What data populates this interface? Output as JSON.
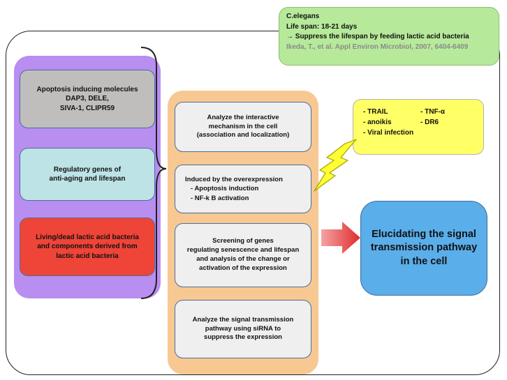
{
  "green_note": {
    "line1": "C.elegans",
    "line2": "Life span: 18-21 days",
    "line3": "→ Suppress the lifespan by feeding lactic acid bacteria",
    "reference": "Ikeda, T., et al. Appl Environ Microbiol, 2007, 6404-6409"
  },
  "left_boxes": [
    {
      "text": "Apoptosis inducing molecules\nDAP3, DELE,\nSIVA-1, CLIPR59"
    },
    {
      "text": "Regulatory genes of\nanti-aging and lifespan"
    },
    {
      "text": "Living/dead lactic acid bacteria\nand components derived from\nlactic acid bacteria"
    }
  ],
  "mid_boxes": [
    {
      "text": "Analyze the interactive\nmechanism in the cell\n(association and localization)"
    },
    {
      "title": "Induced by the overexpression",
      "item1": "- Apoptosis induction",
      "item2": "- NF-k B activation"
    },
    {
      "text": "Screening of genes\nregulating senescence and lifespan\nand analysis of the change or\nactivation of the expression"
    },
    {
      "text": "Analyze the signal transmission\npathway using siRNA to\nsuppress the expression"
    }
  ],
  "stimuli": {
    "col1": [
      "- TRAIL",
      "- anoikis",
      "- Viral infection"
    ],
    "col2": [
      "- TNF-α",
      "- DR6"
    ]
  },
  "result_box": {
    "text": "Elucidating the signal\ntransmission pathway\nin the cell"
  },
  "colors": {
    "left_panel": "#b88ef0",
    "mid_panel": "#f7c892",
    "green_note": "#b7e99a",
    "yellow_note": "#ffff66",
    "blue_box": "#5aaeea",
    "red_box": "#ef4438",
    "gray_box": "#c0bebc",
    "cyan_box": "#bde3e6",
    "arrow": "#e53b3b",
    "lightning": "#ffff33"
  }
}
